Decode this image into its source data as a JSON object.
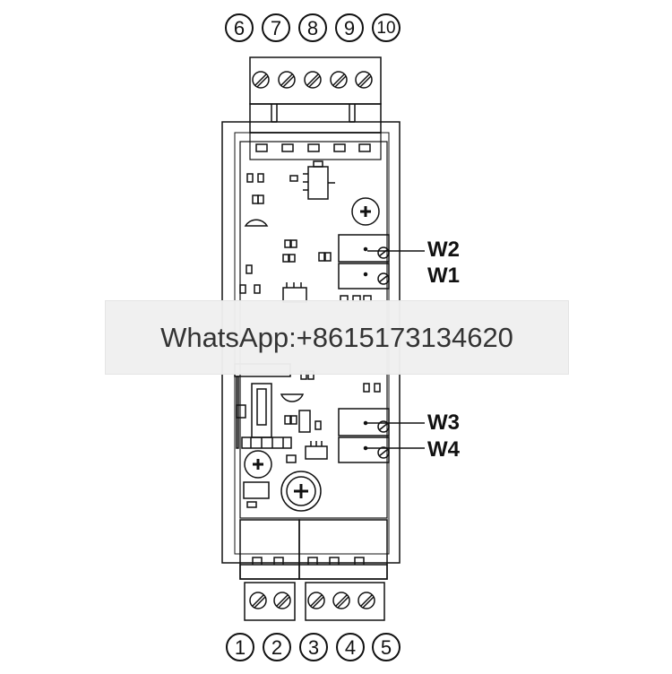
{
  "top_terminals": [
    "6",
    "7",
    "8",
    "9",
    "10"
  ],
  "bottom_terminals": [
    "1",
    "2",
    "3",
    "4",
    "5"
  ],
  "wiper_labels": {
    "w2": "W2",
    "w1": "W1",
    "w3": "W3",
    "w4": "W4"
  },
  "watermark_text": "WhatsApp:+8615173134620",
  "colors": {
    "line": "#111111",
    "background": "#ffffff",
    "watermark_bg": "#f0f0f0"
  }
}
